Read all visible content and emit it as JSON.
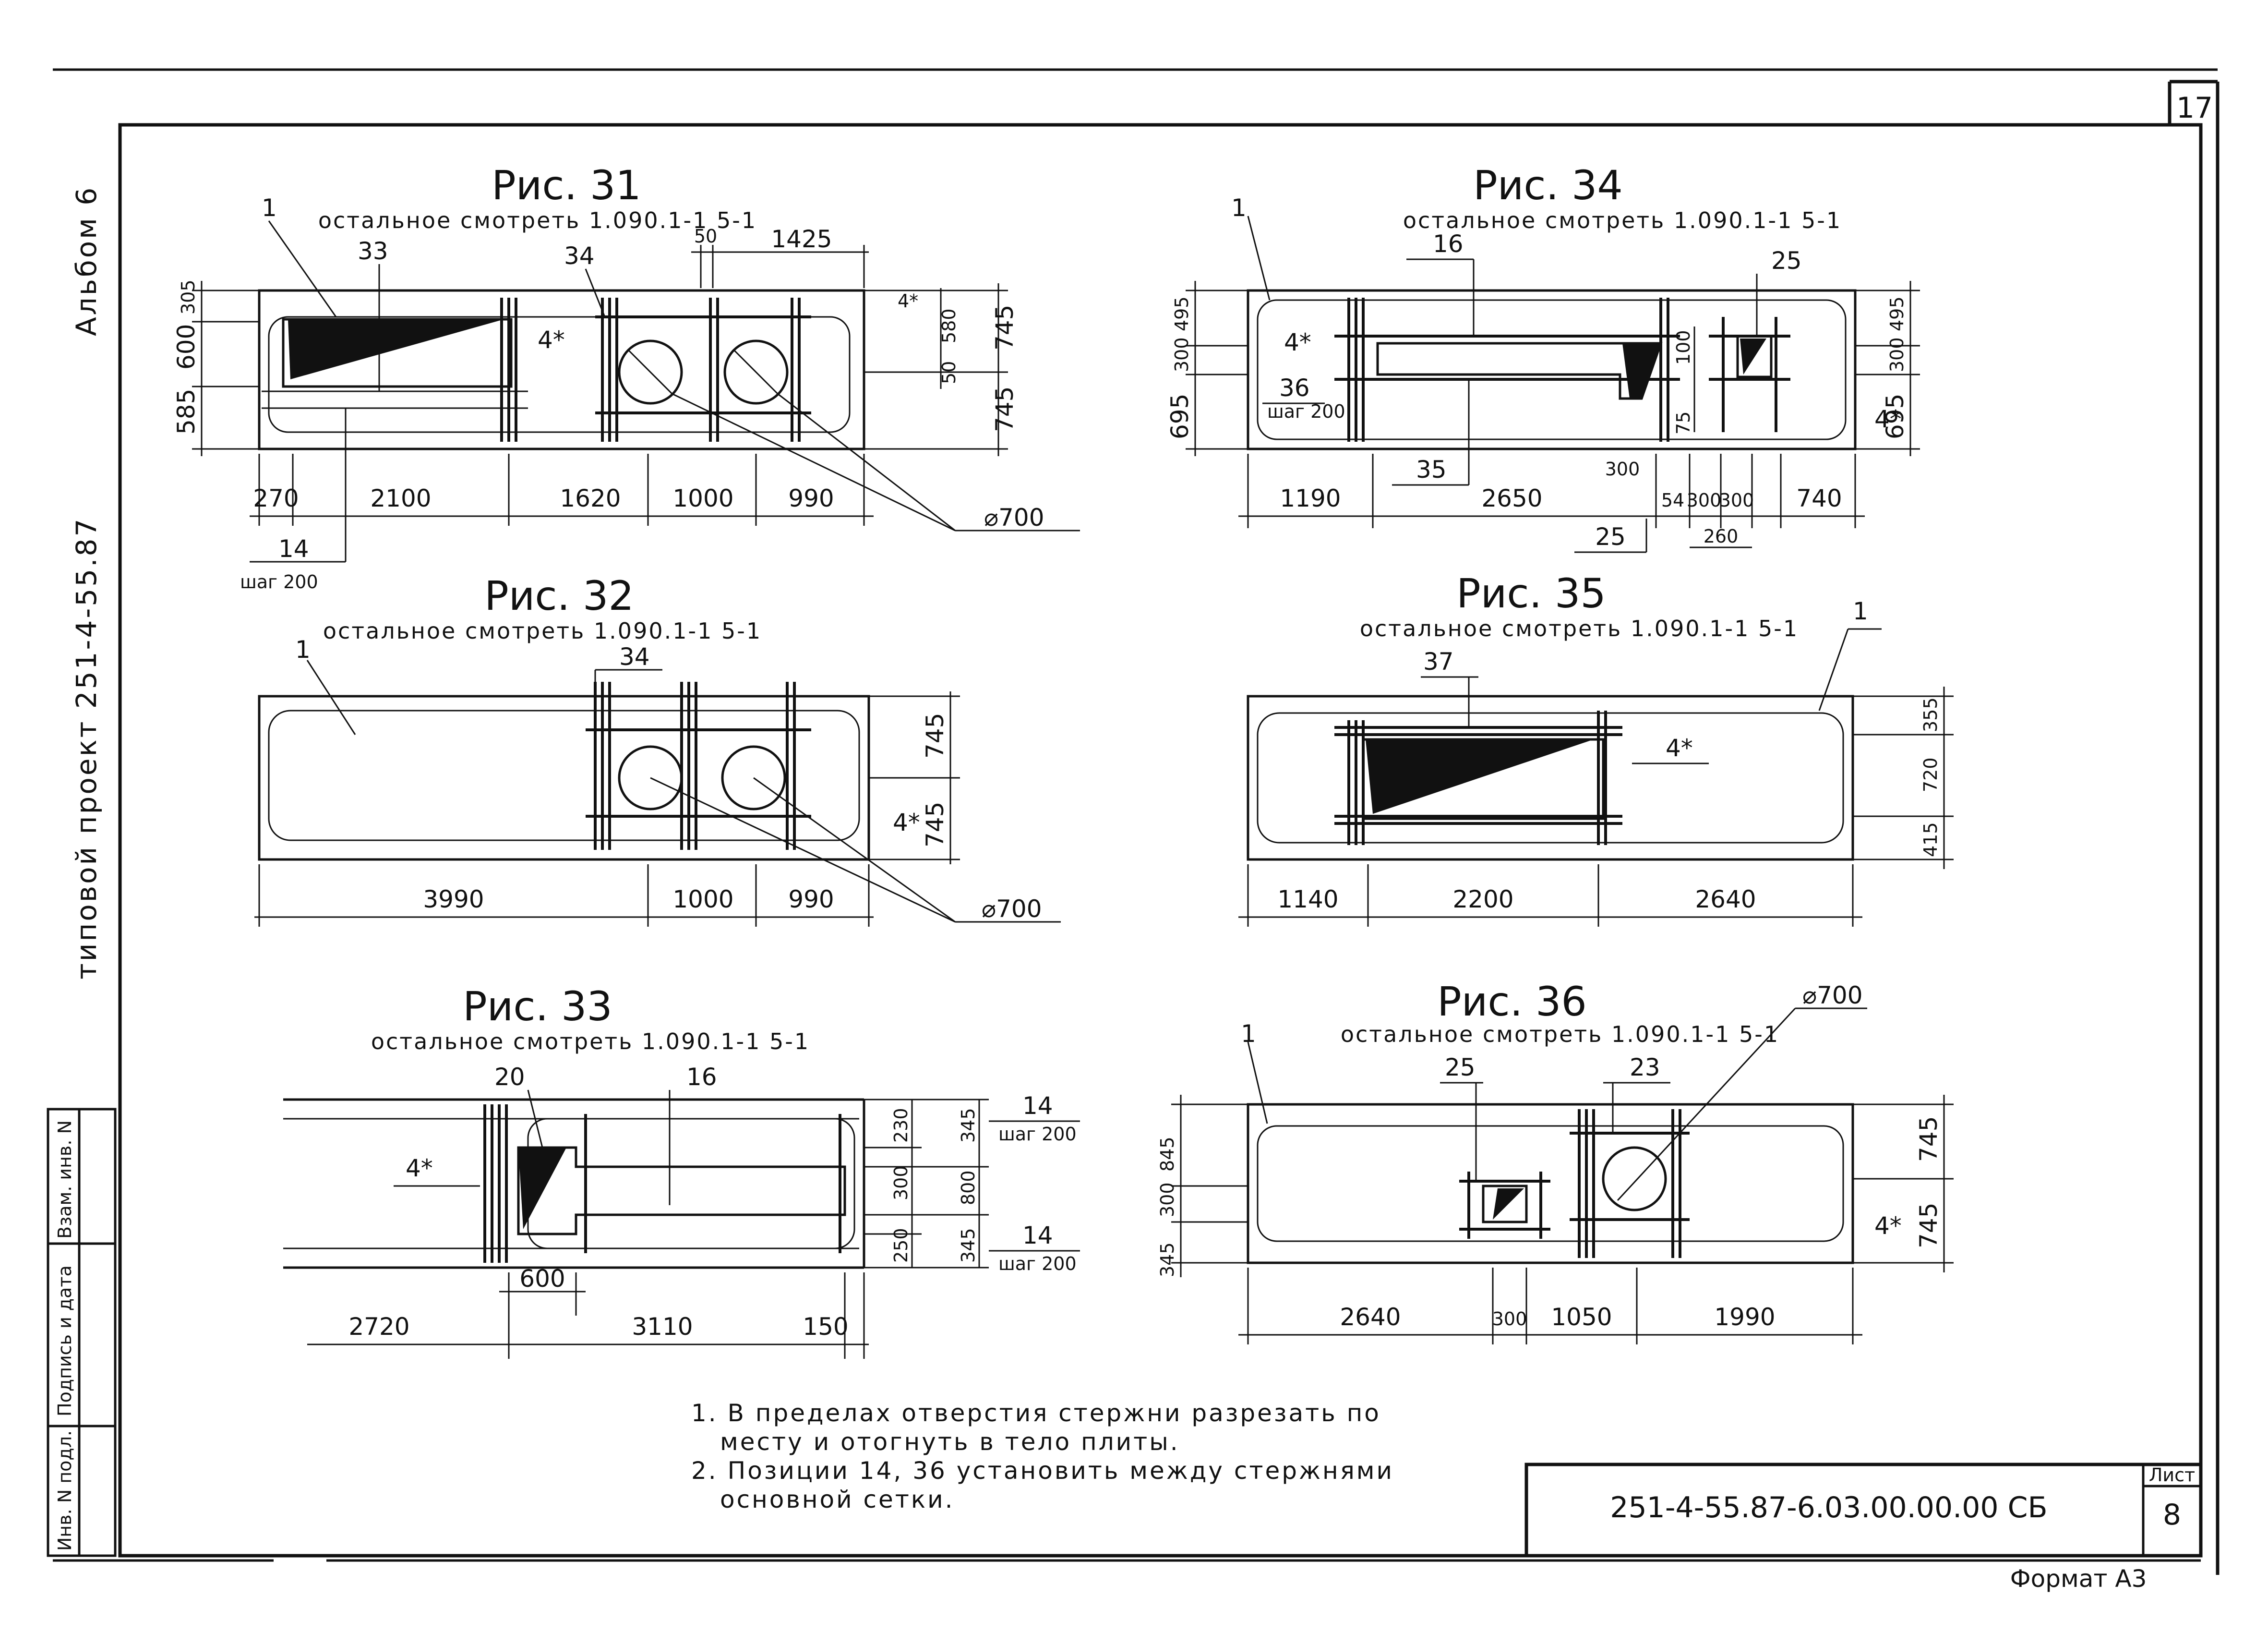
{
  "sheet": {
    "page_number": "17",
    "album": "Альбом 6",
    "project": "типовой проект 251-4-55.87",
    "designation": "251-4-55.87-6.03.00.00.00 СБ",
    "sheet_label": "Лист",
    "sheet_number": "8",
    "format": "Формат А3",
    "stamp_columns": [
      "Инв. N подл.",
      "Подпись и дата",
      "Взам. инв. N"
    ]
  },
  "note_ref": "остальное смотреть 1.090.1-1 5-1",
  "figures": {
    "f31": {
      "title": "Рис. 31",
      "callouts": [
        "1",
        "33",
        "34",
        "4*",
        "14",
        "шаг 200",
        "⌀700"
      ],
      "dims_bottom": [
        "270",
        "2100",
        "1620",
        "1000",
        "990"
      ],
      "dims_top": [
        "50",
        "1425"
      ],
      "dims_left": [
        "305",
        "600",
        "585"
      ],
      "dims_right": [
        "4*",
        "580",
        "745",
        "50",
        "745"
      ]
    },
    "f32": {
      "title": "Рис. 32",
      "callouts": [
        "1",
        "34",
        "4*",
        "⌀700"
      ],
      "dims_bottom": [
        "3990",
        "1000",
        "990"
      ],
      "dims_right": [
        "745",
        "745"
      ]
    },
    "f33": {
      "title": "Рис. 33",
      "callouts": [
        "20",
        "16",
        "4*",
        "14",
        "шаг 200",
        "14",
        "шаг 200"
      ],
      "dims_bottom": [
        "600",
        "2720",
        "3110",
        "150"
      ],
      "dims_right": [
        "230",
        "345",
        "300",
        "800",
        "250",
        "345"
      ]
    },
    "f34": {
      "title": "Рис. 34",
      "callouts": [
        "1",
        "16",
        "25",
        "4*",
        "36",
        "шаг 200",
        "35",
        "4*",
        "25"
      ],
      "dims_bottom": [
        "1190",
        "2650",
        "300",
        "54",
        "300",
        "300",
        "740",
        "260",
        "25"
      ],
      "dims_left": [
        "495",
        "300",
        "695"
      ],
      "dims_right": [
        "495",
        "300",
        "695"
      ],
      "dims_inner": [
        "100",
        "75"
      ]
    },
    "f35": {
      "title": "Рис. 35",
      "callouts": [
        "1",
        "37",
        "4*"
      ],
      "dims_bottom": [
        "1140",
        "2200",
        "2640"
      ],
      "dims_right": [
        "355",
        "720",
        "415"
      ]
    },
    "f36": {
      "title": "Рис. 36",
      "callouts": [
        "1",
        "⌀700",
        "25",
        "23",
        "4*"
      ],
      "dims_bottom": [
        "2640",
        "300",
        "1050",
        "1990"
      ],
      "dims_left": [
        "845",
        "300",
        "345"
      ],
      "dims_right": [
        "745",
        "745"
      ]
    }
  },
  "notes": [
    "1. В пределах отверстия стержни разрезать по",
    "месту и отогнуть в тело плиты.",
    "2. Позиции 14, 36 установить между стержнями",
    "основной сетки."
  ]
}
